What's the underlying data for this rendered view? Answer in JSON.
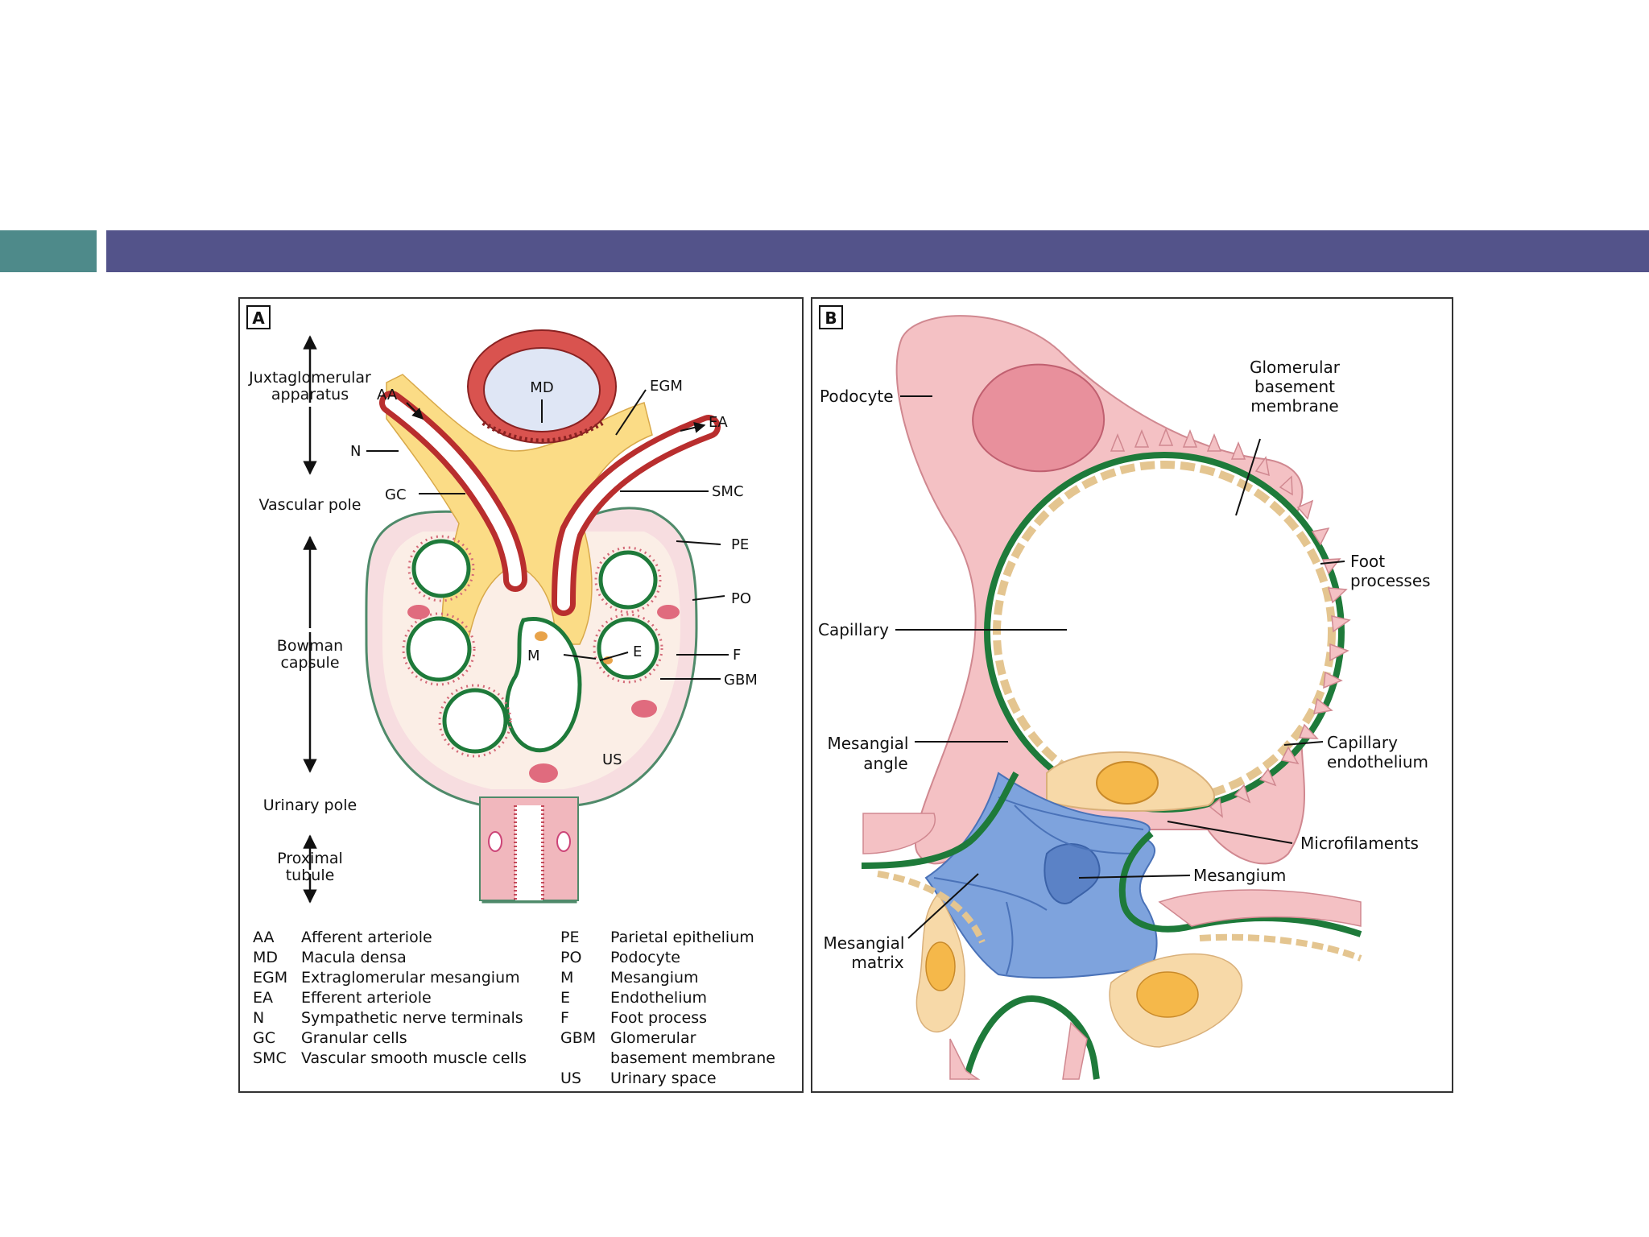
{
  "panelA": {
    "letter": "A",
    "side": {
      "juxta1": "Juxtaglomerular",
      "juxta2": "apparatus",
      "vascular_pole": "Vascular pole",
      "bowman1": "Bowman",
      "bowman2": "capsule",
      "urinary_pole": "Urinary pole",
      "proximal1": "Proximal",
      "proximal2": "tubule"
    },
    "labels": {
      "MD": "MD",
      "EGM": "EGM",
      "AA": "AA",
      "EA": "EA",
      "N": "N",
      "GC": "GC",
      "SMC": "SMC",
      "PE": "PE",
      "PO": "PO",
      "M": "M",
      "E": "E",
      "F": "F",
      "GBM": "GBM",
      "US": "US"
    },
    "legend_left": [
      {
        "abbr": "AA",
        "text": "Afferent arteriole"
      },
      {
        "abbr": "MD",
        "text": "Macula densa"
      },
      {
        "abbr": "EGM",
        "text": "Extraglomerular mesangium"
      },
      {
        "abbr": "EA",
        "text": "Efferent arteriole"
      },
      {
        "abbr": "N",
        "text": "Sympathetic nerve terminals"
      },
      {
        "abbr": "GC",
        "text": "Granular cells"
      },
      {
        "abbr": "SMC",
        "text": "Vascular smooth muscle cells"
      }
    ],
    "legend_right": [
      {
        "abbr": "PE",
        "text": "Parietal epithelium"
      },
      {
        "abbr": "PO",
        "text": "Podocyte"
      },
      {
        "abbr": "M",
        "text": "Mesangium"
      },
      {
        "abbr": "E",
        "text": "Endothelium"
      },
      {
        "abbr": "F",
        "text": "Foot process"
      },
      {
        "abbr": "GBM",
        "text": "Glomerular"
      },
      {
        "abbr": "",
        "text": "basement membrane"
      },
      {
        "abbr": "US",
        "text": "Urinary space"
      }
    ]
  },
  "panelB": {
    "letter": "B",
    "labels": {
      "podocyte": "Podocyte",
      "gbm1": "Glomerular",
      "gbm2": "basement",
      "gbm3": "membrane",
      "foot1": "Foot",
      "foot2": "processes",
      "capillary": "Capillary",
      "angle1": "Mesangial",
      "angle2": "angle",
      "endo1": "Capillary",
      "endo2": "endothelium",
      "microfilaments": "Microfilaments",
      "mesangium": "Mesangium",
      "matrix1": "Mesangial",
      "matrix2": "matrix"
    }
  },
  "colors": {
    "teal_bar": "#4e8a8a",
    "purple_bar": "#53538a",
    "podocyte_pink": "#f2b8bc",
    "nucleus_pink": "#e88a96",
    "gbm_green": "#1e7a3a",
    "mesangium_blue": "#7ea3dd",
    "endothelium_tan": "#f7d9a8",
    "mesangial_yellow": "#fbdc86",
    "arteriole_red": "#c43a3a",
    "capillary_white": "#ffffff",
    "md_lumen": "#dfe6f5"
  }
}
